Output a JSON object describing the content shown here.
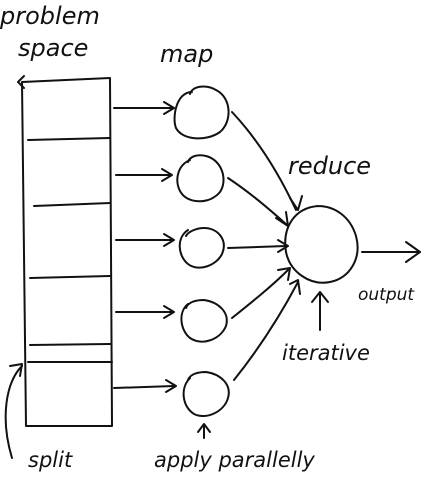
{
  "diagram": {
    "labels": {
      "problem": "problem",
      "space": "space",
      "map": "map",
      "reduce": "reduce",
      "output": "output",
      "iterative": "iterative",
      "split": "split",
      "apply_parallelly": "apply parallelly"
    },
    "map_node_count": 5,
    "problem_space_segments": 6
  }
}
